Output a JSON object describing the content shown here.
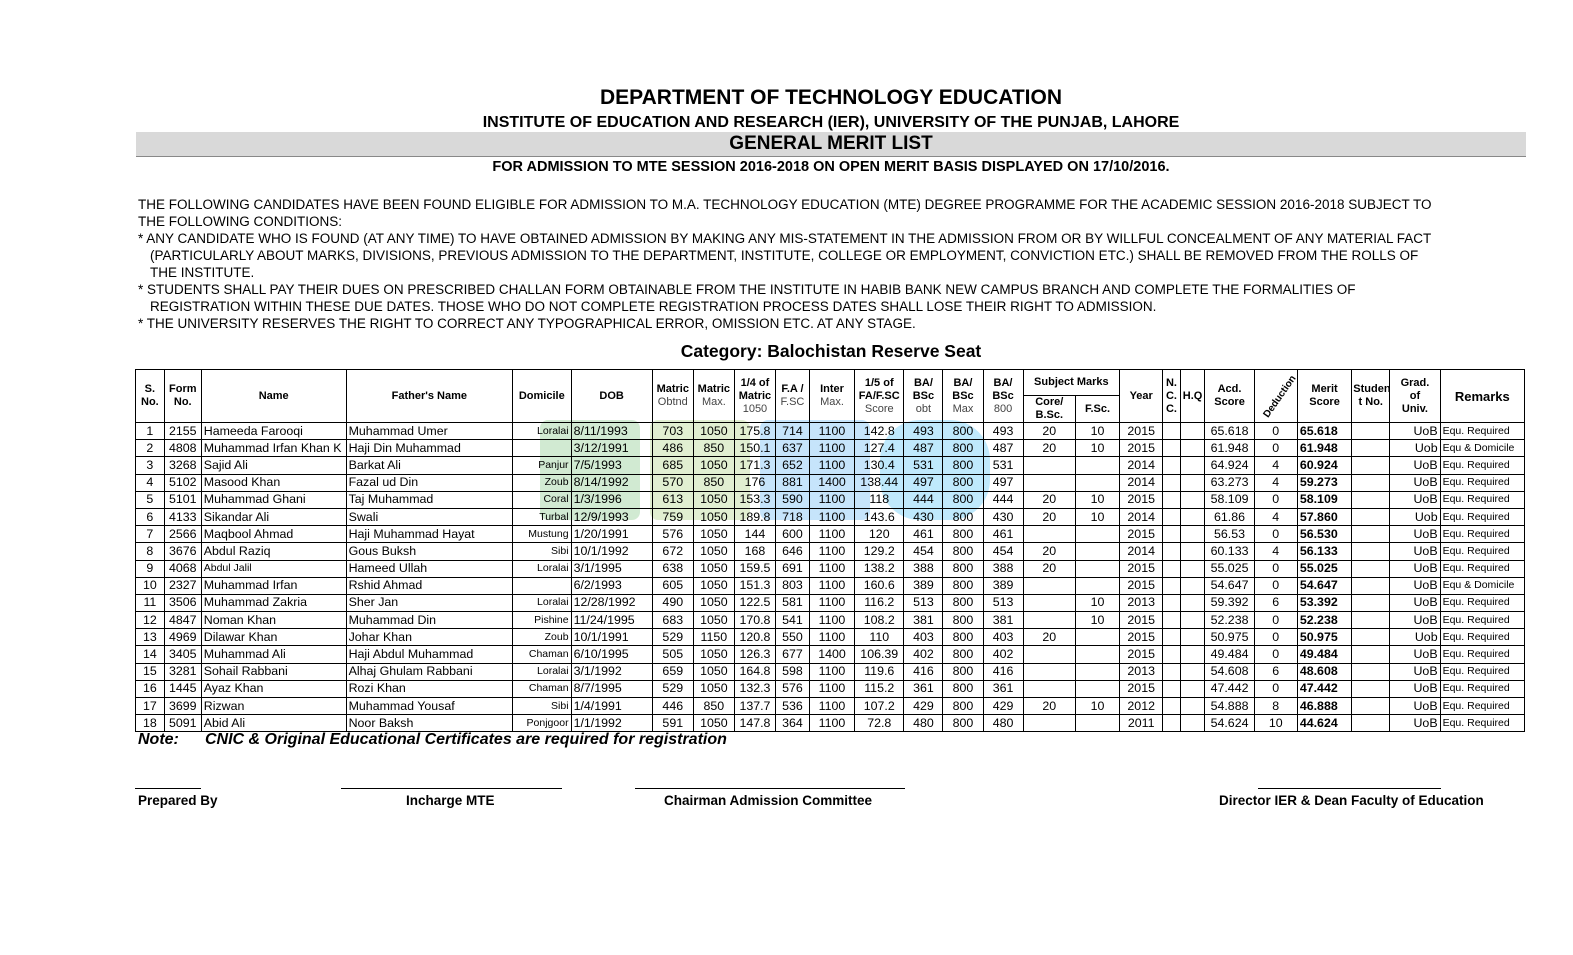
{
  "header": {
    "title": "DEPARTMENT OF TECHNOLOGY EDUCATION",
    "institute": "INSTITUTE OF EDUCATION AND RESEARCH (IER), UNIVERSITY OF THE PUNJAB, LAHORE",
    "list_title": "GENERAL MERIT LIST",
    "subtitle": "FOR ADMISSION TO MTE SESSION 2016-2018 ON OPEN MERIT BASIS DISPLAYED ON 17/10/2016."
  },
  "intro": {
    "line1": "THE FOLLOWING CANDIDATES HAVE BEEN FOUND ELIGIBLE FOR ADMISSION TO M.A. TECHNOLOGY EDUCATION (MTE) DEGREE PROGRAMME FOR THE ACADEMIC SESSION 2016-2018 SUBJECT TO",
    "line2": "THE FOLLOWING CONDITIONS:",
    "cond1a": "* ANY CANDIDATE WHO IS FOUND (AT ANY TIME) TO HAVE OBTAINED ADMISSION BY MAKING ANY MIS-STATEMENT IN THE ADMISSION FROM OR BY WILLFUL CONCEALMENT OF ANY MATERIAL  FACT",
    "cond1b": "(PARTICULARLY ABOUT MARKS, DIVISIONS, PREVIOUS ADMISSION TO THE DEPARTMENT, INSTITUTE, COLLEGE OR  EMPLOYMENT, CONVICTION ETC.)  SHALL BE REMOVED FROM THE ROLLS OF",
    "cond1c": "THE INSTITUTE.",
    "cond2a": "* STUDENTS SHALL PAY THEIR DUES ON PRESCRIBED CHALLAN FORM OBTAINABLE FROM THE INSTITUTE IN HABIB BANK NEW CAMPUS BRANCH AND COMPLETE  THE FORMALITIES OF",
    "cond2b": "REGISTRATION WITHIN THESE  DUE DATES. THOSE WHO DO NOT COMPLETE REGISTRATION PROCESS DATES SHALL LOSE THEIR RIGHT TO ADMISSION.",
    "cond3": "* THE UNIVERSITY RESERVES THE RIGHT TO CORRECT ANY TYPOGRAPHICAL ERROR, OMISSION ETC. AT ANY STAGE."
  },
  "category": "Category: Balochistan Reserve Seat",
  "table": {
    "headers": {
      "sno_a": "S.",
      "sno_b": "No.",
      "form_a": "Form",
      "form_b": "No.",
      "name": "Name",
      "father": "Father's Name",
      "domicile": "Domicile",
      "dob": "DOB",
      "matric_obt_a": "Matric",
      "matric_obt_b": "Obtnd",
      "matric_max_a": "Matric",
      "matric_max_b": "Max.",
      "q_matric_a": "1/4 of",
      "q_matric_b": "Matric",
      "q_matric_c": "1050",
      "fa_a": "F.A /",
      "fa_b": "F.SC",
      "inter_a": "Inter",
      "inter_b": "Max.",
      "fifth_a": "1/5 of",
      "fifth_b": "FA/F.SC",
      "fifth_c": "Score",
      "ba_obt_a": "BA/",
      "ba_obt_b": "BSc",
      "ba_obt_c": "obt",
      "ba_max_a": "BA/",
      "ba_max_b": "BSc",
      "ba_max_c": "Max",
      "ba_800_a": "BA/",
      "ba_800_b": "BSc",
      "ba_800_c": "800",
      "subject_marks": "Subject Marks",
      "core_a": "Core/",
      "core_b": "B.Sc.",
      "fsc": "F.Sc.",
      "year": "Year",
      "ncc_a": "N.",
      "ncc_b": "C.",
      "ncc_c": "C.",
      "hq": "H.Q",
      "acd_a": "Acd.",
      "acd_b": "Score",
      "deduction": "Deduction",
      "merit_a": "Merit",
      "merit_b": "Score",
      "student_a": "Studen",
      "student_b": "t No.",
      "grad_a": "Grad.",
      "grad_b": "of",
      "grad_c": "Univ.",
      "remarks": "Remarks"
    },
    "rows": [
      {
        "sno": "1",
        "form": "2155",
        "name": "Hameeda Farooqi",
        "father": "Muhammad Umer",
        "domicile": "Loralai",
        "dob": "8/11/1993",
        "m_obt": "703",
        "m_max": "1050",
        "q": "175.8",
        "fa": "714",
        "inter": "1100",
        "fifth": "142.8",
        "ba_obt": "493",
        "ba_max": "800",
        "ba_800": "493",
        "core": "20",
        "fsc": "10",
        "year": "2015",
        "ncc": "",
        "hq": "",
        "acd": "65.618",
        "ded": "0",
        "merit": "65.618",
        "student": "",
        "univ": "UoB",
        "remarks": "Equ. Required"
      },
      {
        "sno": "2",
        "form": "4808",
        "name": "Muhammad Irfan Khan K",
        "father": "Haji Din Muhammad",
        "domicile": "",
        "dob": "3/12/1991",
        "m_obt": "486",
        "m_max": "850",
        "q": "150.1",
        "fa": "637",
        "inter": "1100",
        "fifth": "127.4",
        "ba_obt": "487",
        "ba_max": "800",
        "ba_800": "487",
        "core": "20",
        "fsc": "10",
        "year": "2015",
        "ncc": "",
        "hq": "",
        "acd": "61.948",
        "ded": "0",
        "merit": "61.948",
        "student": "",
        "univ": "Uob",
        "remarks": "Equ & Domicile"
      },
      {
        "sno": "3",
        "form": "3268",
        "name": "Sajid Ali",
        "father": "Barkat Ali",
        "domicile": "Panjur",
        "dob": "7/5/1993",
        "m_obt": "685",
        "m_max": "1050",
        "q": "171.3",
        "fa": "652",
        "inter": "1100",
        "fifth": "130.4",
        "ba_obt": "531",
        "ba_max": "800",
        "ba_800": "531",
        "core": "",
        "fsc": "",
        "year": "2014",
        "ncc": "",
        "hq": "",
        "acd": "64.924",
        "ded": "4",
        "merit": "60.924",
        "student": "",
        "univ": "UoB",
        "remarks": "Equ. Required"
      },
      {
        "sno": "4",
        "form": "5102",
        "name": "Masood Khan",
        "father": "Fazal ud Din",
        "domicile": "Zoub",
        "dob": "8/14/1992",
        "m_obt": "570",
        "m_max": "850",
        "q": "176",
        "fa": "881",
        "inter": "1400",
        "fifth": "138.44",
        "ba_obt": "497",
        "ba_max": "800",
        "ba_800": "497",
        "core": "",
        "fsc": "",
        "year": "2014",
        "ncc": "",
        "hq": "",
        "acd": "63.273",
        "ded": "4",
        "merit": "59.273",
        "student": "",
        "univ": "UoB",
        "remarks": "Equ. Required"
      },
      {
        "sno": "5",
        "form": "5101",
        "name": "Muhammad Ghani",
        "father": "Taj Muhammad",
        "domicile": "Coral",
        "dob": "1/3/1996",
        "m_obt": "613",
        "m_max": "1050",
        "q": "153.3",
        "fa": "590",
        "inter": "1100",
        "fifth": "118",
        "ba_obt": "444",
        "ba_max": "800",
        "ba_800": "444",
        "core": "20",
        "fsc": "10",
        "year": "2015",
        "ncc": "",
        "hq": "",
        "acd": "58.109",
        "ded": "0",
        "merit": "58.109",
        "student": "",
        "univ": "UoB",
        "remarks": "Equ. Required"
      },
      {
        "sno": "6",
        "form": "4133",
        "name": "Sikandar Ali",
        "father": "Swali",
        "domicile": "Turbal",
        "dob": "12/9/1993",
        "m_obt": "759",
        "m_max": "1050",
        "q": "189.8",
        "fa": "718",
        "inter": "1100",
        "fifth": "143.6",
        "ba_obt": "430",
        "ba_max": "800",
        "ba_800": "430",
        "core": "20",
        "fsc": "10",
        "year": "2014",
        "ncc": "",
        "hq": "",
        "acd": "61.86",
        "ded": "4",
        "merit": "57.860",
        "student": "",
        "univ": "Uob",
        "remarks": "Equ. Required"
      },
      {
        "sno": "7",
        "form": "2566",
        "name": "Maqbool Ahmad",
        "father": "Haji Muhammad Hayat",
        "domicile": "Mustung",
        "dob": "1/20/1991",
        "m_obt": "576",
        "m_max": "1050",
        "q": "144",
        "fa": "600",
        "inter": "1100",
        "fifth": "120",
        "ba_obt": "461",
        "ba_max": "800",
        "ba_800": "461",
        "core": "",
        "fsc": "",
        "year": "2015",
        "ncc": "",
        "hq": "",
        "acd": "56.53",
        "ded": "0",
        "merit": "56.530",
        "student": "",
        "univ": "UoB",
        "remarks": "Equ. Required"
      },
      {
        "sno": "8",
        "form": "3676",
        "name": "Abdul Raziq",
        "father": "Gous Buksh",
        "domicile": "Sibi",
        "dob": "10/1/1992",
        "m_obt": "672",
        "m_max": "1050",
        "q": "168",
        "fa": "646",
        "inter": "1100",
        "fifth": "129.2",
        "ba_obt": "454",
        "ba_max": "800",
        "ba_800": "454",
        "core": "20",
        "fsc": "",
        "year": "2014",
        "ncc": "",
        "hq": "",
        "acd": "60.133",
        "ded": "4",
        "merit": "56.133",
        "student": "",
        "univ": "UoB",
        "remarks": "Equ. Required"
      },
      {
        "sno": "9",
        "form": "4068",
        "name": "Abdul Jalil",
        "father": "Hameed Ullah",
        "domicile": "Loralai",
        "dob": "3/1/1995",
        "m_obt": "638",
        "m_max": "1050",
        "q": "159.5",
        "fa": "691",
        "inter": "1100",
        "fifth": "138.2",
        "ba_obt": "388",
        "ba_max": "800",
        "ba_800": "388",
        "core": "20",
        "fsc": "",
        "year": "2015",
        "ncc": "",
        "hq": "",
        "acd": "55.025",
        "ded": "0",
        "merit": "55.025",
        "student": "",
        "univ": "UoB",
        "remarks": "Equ. Required"
      },
      {
        "sno": "10",
        "form": "2327",
        "name": "Muhammad Irfan",
        "father": "Rshid Ahmad",
        "domicile": "",
        "dob": "6/2/1993",
        "m_obt": "605",
        "m_max": "1050",
        "q": "151.3",
        "fa": "803",
        "inter": "1100",
        "fifth": "160.6",
        "ba_obt": "389",
        "ba_max": "800",
        "ba_800": "389",
        "core": "",
        "fsc": "",
        "year": "2015",
        "ncc": "",
        "hq": "",
        "acd": "54.647",
        "ded": "0",
        "merit": "54.647",
        "student": "",
        "univ": "UoB",
        "remarks": "Equ & Domicile"
      },
      {
        "sno": "11",
        "form": "3506",
        "name": "Muhammad Zakria",
        "father": "Sher Jan",
        "domicile": "Loralai",
        "dob": "12/28/1992",
        "m_obt": "490",
        "m_max": "1050",
        "q": "122.5",
        "fa": "581",
        "inter": "1100",
        "fifth": "116.2",
        "ba_obt": "513",
        "ba_max": "800",
        "ba_800": "513",
        "core": "",
        "fsc": "10",
        "year": "2013",
        "ncc": "",
        "hq": "",
        "acd": "59.392",
        "ded": "6",
        "merit": "53.392",
        "student": "",
        "univ": "UoB",
        "remarks": "Equ. Required"
      },
      {
        "sno": "12",
        "form": "4847",
        "name": "Noman Khan",
        "father": "Muhammad Din",
        "domicile": "Pishine",
        "dob": "11/24/1995",
        "m_obt": "683",
        "m_max": "1050",
        "q": "170.8",
        "fa": "541",
        "inter": "1100",
        "fifth": "108.2",
        "ba_obt": "381",
        "ba_max": "800",
        "ba_800": "381",
        "core": "",
        "fsc": "10",
        "year": "2015",
        "ncc": "",
        "hq": "",
        "acd": "52.238",
        "ded": "0",
        "merit": "52.238",
        "student": "",
        "univ": "UoB",
        "remarks": "Equ. Required"
      },
      {
        "sno": "13",
        "form": "4969",
        "name": "Dilawar Khan",
        "father": "Johar Khan",
        "domicile": "Zoub",
        "dob": "10/1/1991",
        "m_obt": "529",
        "m_max": "1150",
        "q": "120.8",
        "fa": "550",
        "inter": "1100",
        "fifth": "110",
        "ba_obt": "403",
        "ba_max": "800",
        "ba_800": "403",
        "core": "20",
        "fsc": "",
        "year": "2015",
        "ncc": "",
        "hq": "",
        "acd": "50.975",
        "ded": "0",
        "merit": "50.975",
        "student": "",
        "univ": "Uob",
        "remarks": "Equ. Required"
      },
      {
        "sno": "14",
        "form": "3405",
        "name": "Muhammad Ali",
        "father": "Haji Abdul Muhammad",
        "domicile": "Chaman",
        "dob": "6/10/1995",
        "m_obt": "505",
        "m_max": "1050",
        "q": "126.3",
        "fa": "677",
        "inter": "1400",
        "fifth": "106.39",
        "ba_obt": "402",
        "ba_max": "800",
        "ba_800": "402",
        "core": "",
        "fsc": "",
        "year": "2015",
        "ncc": "",
        "hq": "",
        "acd": "49.484",
        "ded": "0",
        "merit": "49.484",
        "student": "",
        "univ": "UoB",
        "remarks": "Equ. Required"
      },
      {
        "sno": "15",
        "form": "3281",
        "name": "Sohail Rabbani",
        "father": "Alhaj Ghulam Rabbani",
        "domicile": "Loralai",
        "dob": "3/1/1992",
        "m_obt": "659",
        "m_max": "1050",
        "q": "164.8",
        "fa": "598",
        "inter": "1100",
        "fifth": "119.6",
        "ba_obt": "416",
        "ba_max": "800",
        "ba_800": "416",
        "core": "",
        "fsc": "",
        "year": "2013",
        "ncc": "",
        "hq": "",
        "acd": "54.608",
        "ded": "6",
        "merit": "48.608",
        "student": "",
        "univ": "UoB",
        "remarks": "Equ. Required"
      },
      {
        "sno": "16",
        "form": "1445",
        "name": "Ayaz Khan",
        "father": "Rozi Khan",
        "domicile": "Chaman",
        "dob": "8/7/1995",
        "m_obt": "529",
        "m_max": "1050",
        "q": "132.3",
        "fa": "576",
        "inter": "1100",
        "fifth": "115.2",
        "ba_obt": "361",
        "ba_max": "800",
        "ba_800": "361",
        "core": "",
        "fsc": "",
        "year": "2015",
        "ncc": "",
        "hq": "",
        "acd": "47.442",
        "ded": "0",
        "merit": "47.442",
        "student": "",
        "univ": "UoB",
        "remarks": "Equ. Required"
      },
      {
        "sno": "17",
        "form": "3699",
        "name": "Rizwan",
        "father": "Muhammad Yousaf",
        "domicile": "Sibi",
        "dob": "1/4/1991",
        "m_obt": "446",
        "m_max": "850",
        "q": "137.7",
        "fa": "536",
        "inter": "1100",
        "fifth": "107.2",
        "ba_obt": "429",
        "ba_max": "800",
        "ba_800": "429",
        "core": "20",
        "fsc": "10",
        "year": "2012",
        "ncc": "",
        "hq": "",
        "acd": "54.888",
        "ded": "8",
        "merit": "46.888",
        "student": "",
        "univ": "UoB",
        "remarks": "Equ. Required"
      },
      {
        "sno": "18",
        "form": "5091",
        "name": "Abid Ali",
        "father": "Noor Baksh",
        "domicile": "Ponjgoor",
        "dob": "1/1/1992",
        "m_obt": "591",
        "m_max": "1050",
        "q": "147.8",
        "fa": "364",
        "inter": "1100",
        "fifth": "72.8",
        "ba_obt": "480",
        "ba_max": "800",
        "ba_800": "480",
        "core": "",
        "fsc": "",
        "year": "2011",
        "ncc": "",
        "hq": "",
        "acd": "54.624",
        "ded": "10",
        "merit": "44.624",
        "student": "",
        "univ": "UoB",
        "remarks": "Equ. Required"
      }
    ]
  },
  "note": {
    "label": "Note:",
    "text": "CNIC & Original Educational Certificates are required for registration"
  },
  "signatures": {
    "prepared_by": "Prepared By",
    "incharge": "Incharge MTE",
    "chairman": "Chairman Admission Committee",
    "director": "Director IER & Dean Faculty of Education"
  }
}
